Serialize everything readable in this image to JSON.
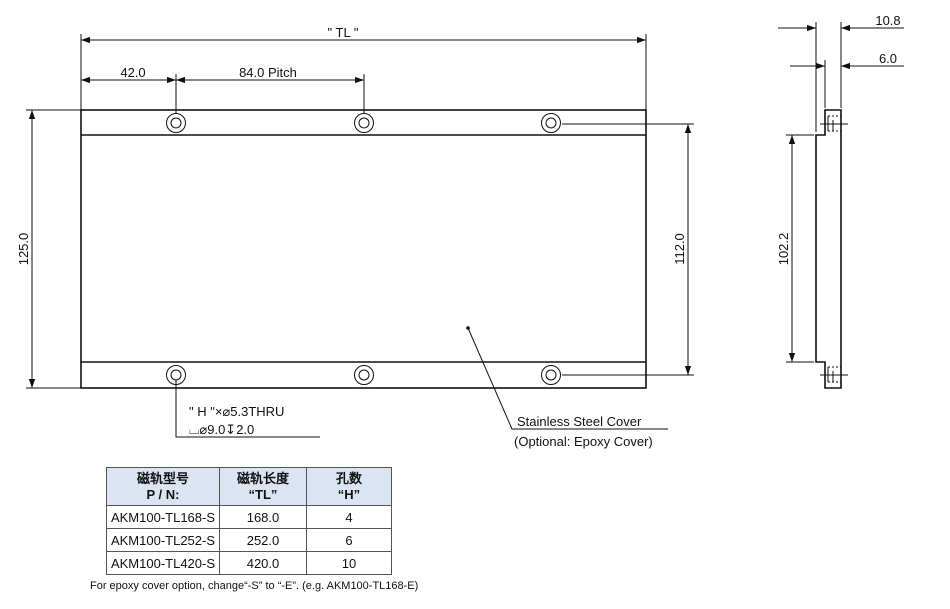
{
  "dimensions": {
    "total_length": "\" TL \"",
    "end_offset": "42.0",
    "pitch": "84.0 Pitch",
    "overall_height": "125.0",
    "hole_span": "112.0",
    "side_total_thickness": "10.8",
    "side_plate_thickness": "6.0",
    "side_inner_height": "102.2"
  },
  "hole_note": {
    "line1": "\" H \"×⌀5.3THRU",
    "line2": "⌴⌀9.0↧2.0"
  },
  "cover_label": {
    "line1": "Stainless Steel Cover",
    "line2": "(Optional: Epoxy Cover)"
  },
  "table": {
    "headers": [
      {
        "line1": "磁轨型号",
        "line2": "P / N:"
      },
      {
        "line1": "磁轨长度",
        "line2": "“TL”"
      },
      {
        "line1": "孔数",
        "line2": "“H”"
      }
    ],
    "rows": [
      {
        "pn": "AKM100-TL168-S",
        "tl": "168.0",
        "h": "4"
      },
      {
        "pn": "AKM100-TL252-S",
        "tl": "252.0",
        "h": "6"
      },
      {
        "pn": "AKM100-TL420-S",
        "tl": "420.0",
        "h": "10"
      }
    ]
  },
  "footnote": "For epoxy cover option, change“-S” to “-E”.  (e.g. AKM100-TL168-E)",
  "colors": {
    "table_header": "#dbe4f3",
    "line": "#111111"
  }
}
